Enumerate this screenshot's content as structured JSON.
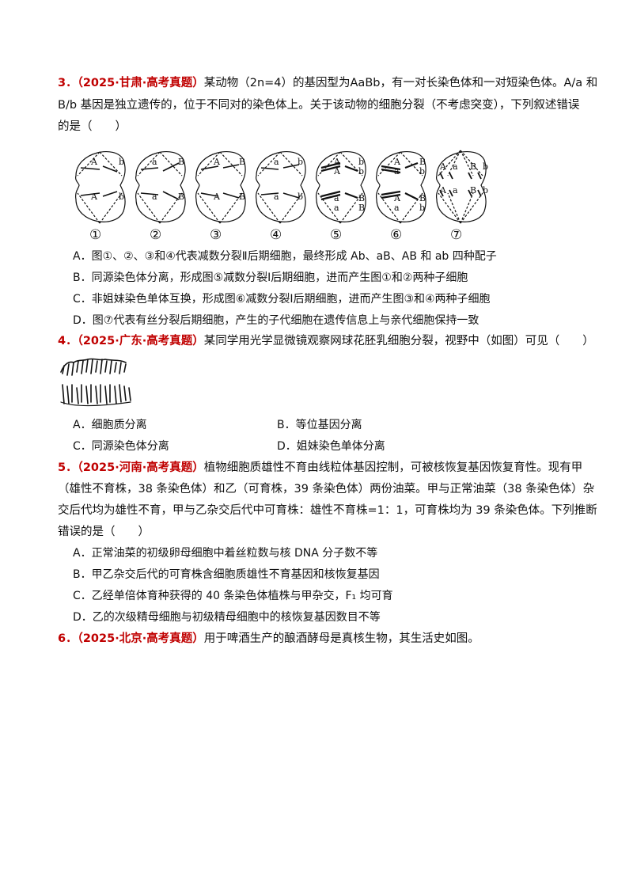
{
  "q3": {
    "num": "3．",
    "source": "（2025·甘肃·高考真题）",
    "stem_line1": "某动物（2n=4）的基因型为AaBb，有一对长染色体和一对短染色体。A/a 和",
    "stem_line2": "B/b 基因是独立遗传的，位于不同对的染色体上。关于该动物的细胞分裂（不考虑突变），下列叙述错误",
    "stem_line3": "的是（　　）",
    "figure_labels": [
      "①",
      "②",
      "③",
      "④",
      "⑤",
      "⑥",
      "⑦"
    ],
    "gene_labels": {
      "A": "A",
      "a": "a",
      "B": "B",
      "b": "b"
    },
    "options": [
      "A．图①、②、③和④代表减数分裂Ⅱ后期细胞，最终形成 Ab、aB、AB 和 ab 四种配子",
      "B．同源染色体分离，形成图⑤减数分裂Ⅰ后期细胞，进而产生图①和②两种子细胞",
      "C．非姐妹染色单体互换，形成图⑥减数分裂Ⅰ后期细胞，进而产生图③和④两种子细胞",
      "D．图⑦代表有丝分裂后期细胞，产生的子代细胞在遗传信息上与亲代细胞保持一致"
    ]
  },
  "q4": {
    "num": "4．",
    "source": "（2025·广东·高考真题）",
    "stem": "某同学用光学显微镜观察网球花胚乳细胞分裂，视野中（如图）可见（　　）",
    "options": [
      "A．细胞质分离",
      "B．等位基因分离",
      "C．同源染色体分离",
      "D．姐妹染色单体分离"
    ]
  },
  "q5": {
    "num": "5．",
    "source": "（2025·河南·高考真题）",
    "stem_line1": "植物细胞质雄性不育由线粒体基因控制，可被核恢复基因恢复育性。现有甲",
    "stem_line2": "（雄性不育株，38 条染色体）和乙（可育株，39 条染色体）两份油菜。甲与正常油菜（38 条染色体）杂",
    "stem_line3": "交后代均为雄性不育，甲与乙杂交后代中可育株：雄性不育株=1：1，可育株均为 39 条染色体。下列推断",
    "stem_line4": "错误的是（　　）",
    "options": [
      "A．正常油菜的初级卵母细胞中着丝粒数与核 DNA 分子数不等",
      "B．甲乙杂交后代的可育株含细胞质雄性不育基因和核恢复基因",
      "C．乙经单倍体育种获得的 40 条染色体植株与甲杂交，F₁ 均可育",
      "D．乙的次级精母细胞与初级精母细胞中的核恢复基因数目不等"
    ]
  },
  "q6": {
    "num": "6．",
    "source": "（2025·北京·高考真题）",
    "stem": "用于啤酒生产的酿酒酵母是真核生物，其生活史如图。"
  }
}
